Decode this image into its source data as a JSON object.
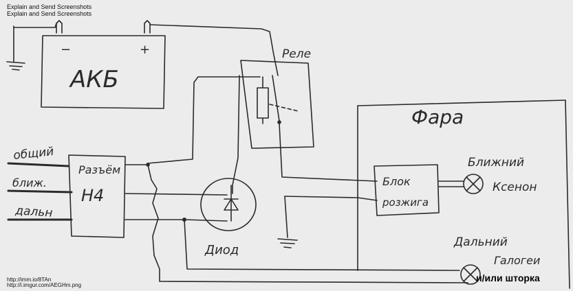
{
  "overlay": {
    "line1": "Explain and Send Screenshots",
    "line2": "Explain and Send Screenshots",
    "url1": "http://imm.io/8TAn",
    "url2": "http://i.imgur.com/AEGHm.png"
  },
  "diagram": {
    "battery": {
      "label": "АКБ",
      "minus": "−",
      "plus": "+"
    },
    "relay": "Реле",
    "headlight_box": "Фара",
    "connector": {
      "line1": "Разъём",
      "line2": "Н4"
    },
    "inputs": {
      "common": "общий",
      "low": "ближ.",
      "high": "дальн"
    },
    "diode": "Диод",
    "ballast": {
      "line1": "Блок",
      "line2": "розжига"
    },
    "low_beam": "Ближний",
    "xenon": "Ксенон",
    "high_beam": "Дальний",
    "halogen": "Галогеи"
  },
  "caption": "и/или шторка"
}
